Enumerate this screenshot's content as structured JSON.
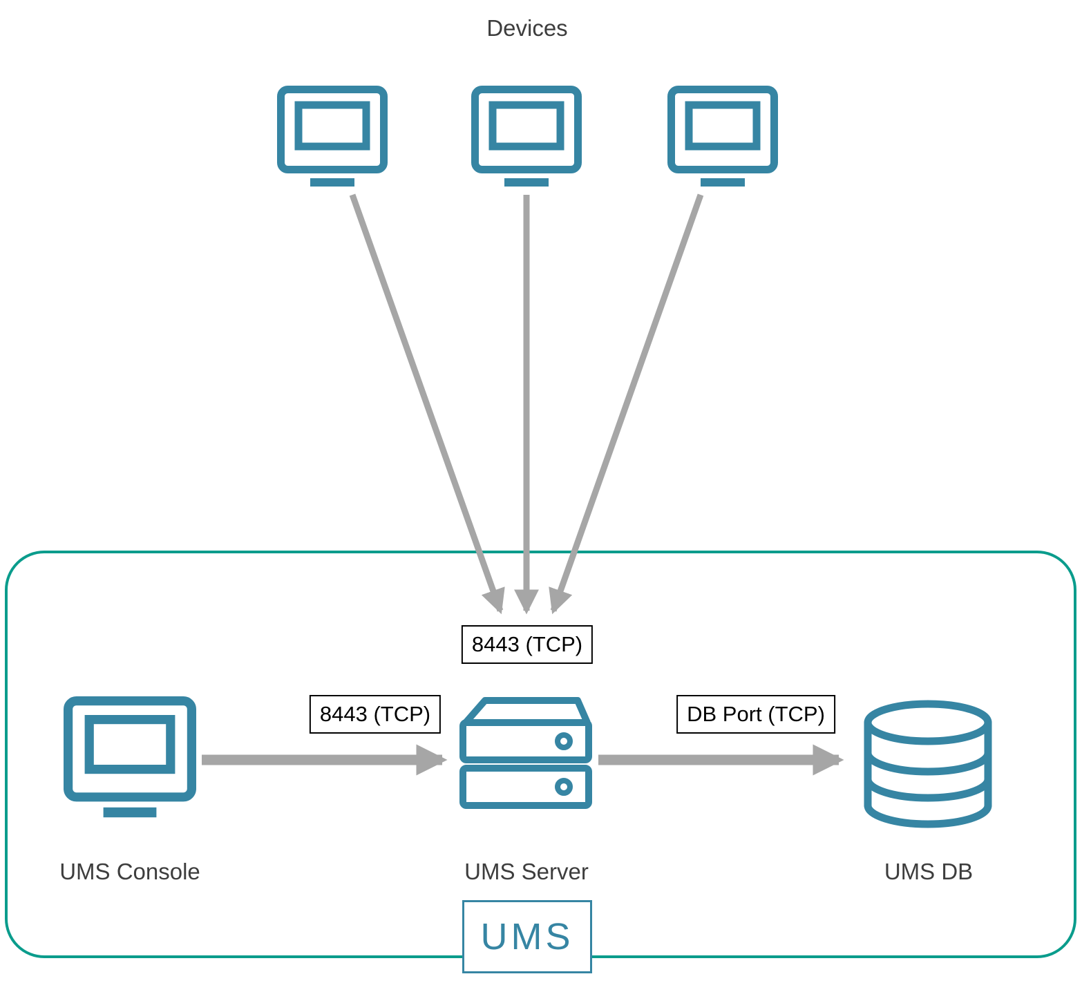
{
  "diagram": {
    "labels": {
      "devices": "Devices",
      "ums_console": "UMS Console",
      "ums_server": "UMS Server",
      "ums_db": "UMS DB"
    },
    "boundary": {
      "label": "UMS"
    },
    "edges": {
      "devices_to_server": {
        "label": "8443 (TCP)"
      },
      "console_to_server": {
        "label": "8443 (TCP)"
      },
      "server_to_db": {
        "label": "DB Port (TCP)"
      }
    },
    "icons": {
      "devices": "monitor-icon",
      "ums_console": "monitor-icon",
      "ums_server": "server-stack-icon",
      "ums_db": "database-icon"
    },
    "colors": {
      "icon_teal": "#3685a3",
      "boundary_teal": "#0a9c8c",
      "arrow_gray": "#a6a6a6",
      "label_text": "#3d3d3d"
    }
  }
}
